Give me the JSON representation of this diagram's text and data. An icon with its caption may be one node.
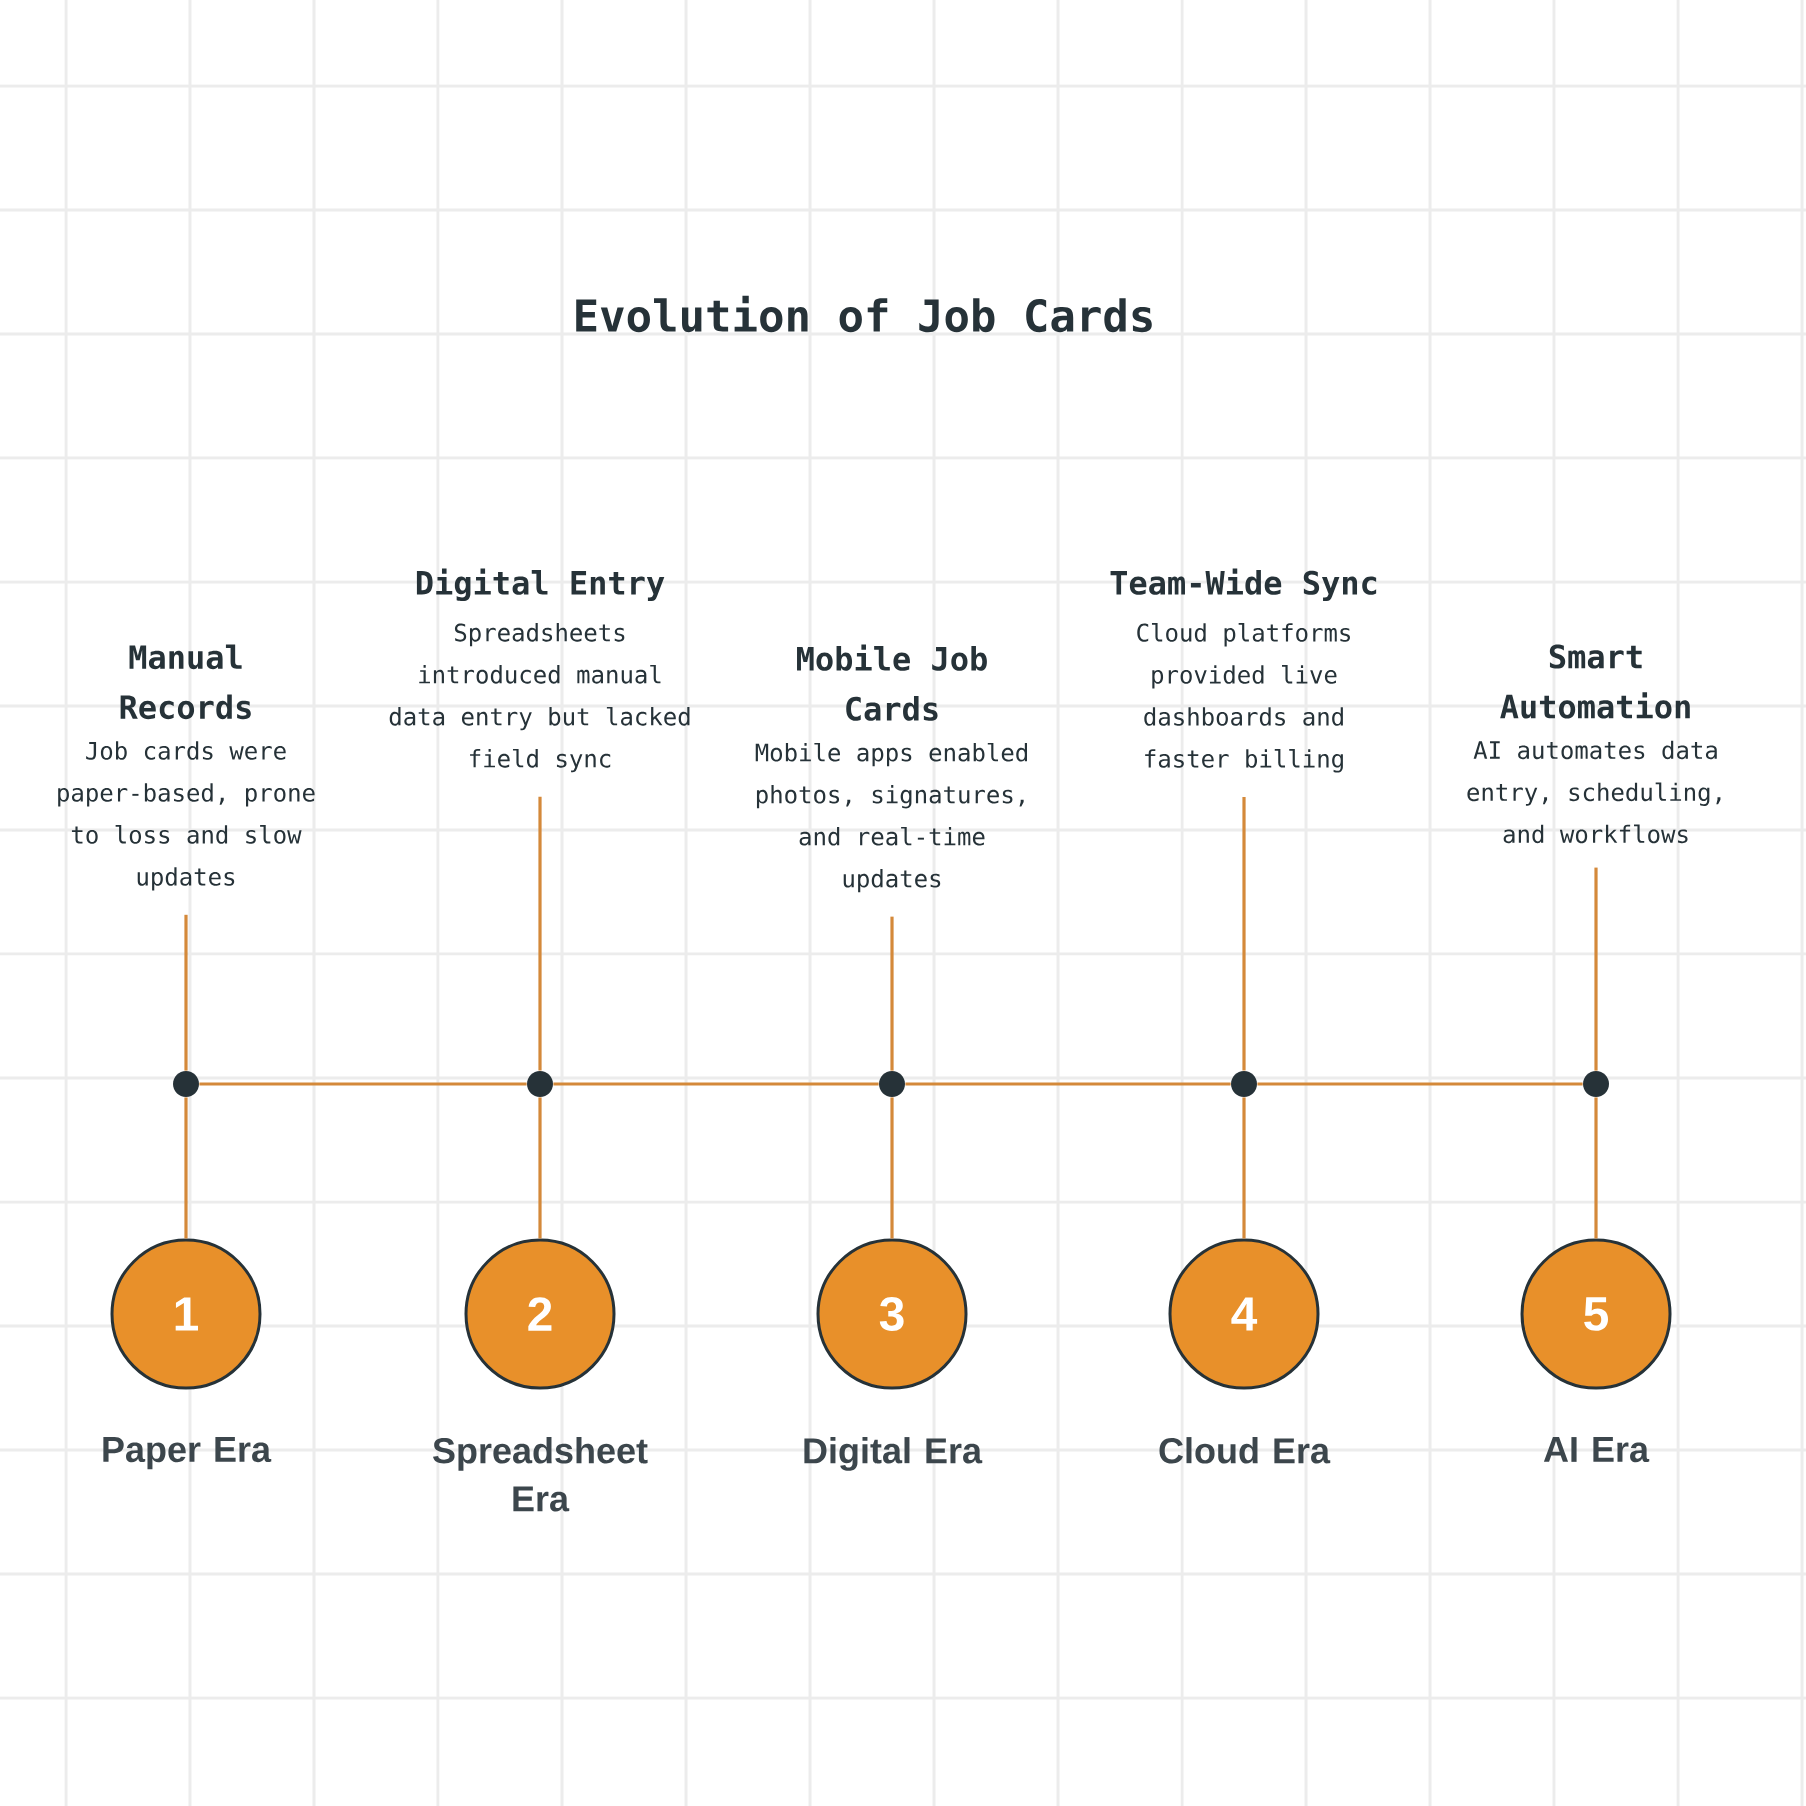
{
  "diagram": {
    "title": "Evolution of Job Cards",
    "nodes": [
      {
        "text": [
          "Manual Records",
          "Job cards were paper-based, prone to loss and slow updates"
        ]
      },
      {
        "text": [
          "Digital Entry",
          "Spreadsheets introduced manual data entry but lacked field sync"
        ]
      },
      {
        "text": [
          "Mobile Job Cards",
          "Mobile apps enabled photos, signatures, and real-time updates"
        ]
      },
      {
        "text": [
          "Team-Wide Sync",
          "Cloud platforms provided live dashboards and faster billing"
        ]
      },
      {
        "text": [
          "Smart Automation",
          "AI automates data entry, scheduling, and workflows"
        ]
      },
      {
        "text": [],
        "shape": "circle"
      },
      {
        "text": [],
        "shape": "circle"
      },
      {
        "text": [],
        "shape": "circle"
      },
      {
        "text": [],
        "shape": "circle"
      },
      {
        "text": [],
        "shape": "circle"
      },
      {
        "text": [
          "1"
        ],
        "beside": [
          "Paper Era"
        ]
      },
      {
        "text": [
          "2"
        ],
        "beside": [
          "Spreadsheet Era"
        ]
      },
      {
        "text": [
          "3"
        ],
        "beside": [
          "Digital Era"
        ]
      },
      {
        "text": [
          "4"
        ],
        "beside": [
          "Cloud Era"
        ]
      },
      {
        "text": [
          "5"
        ],
        "beside": [
          "AI Era"
        ]
      }
    ],
    "edges": [
      {
        "from": 0,
        "to": 5,
        "arrow": "none"
      },
      {
        "from": 5,
        "to": 10,
        "arrow": "none"
      },
      {
        "from": 1,
        "to": 6,
        "arrow": "none"
      },
      {
        "from": 6,
        "to": 11,
        "arrow": "none"
      },
      {
        "from": 2,
        "to": 7,
        "arrow": "none"
      },
      {
        "from": 7,
        "to": 12,
        "arrow": "none"
      },
      {
        "from": 3,
        "to": 8,
        "arrow": "none"
      },
      {
        "from": 8,
        "to": 13,
        "arrow": "none"
      },
      {
        "from": 4,
        "to": 9,
        "arrow": "none"
      },
      {
        "from": 9,
        "to": 14,
        "arrow": "none"
      },
      {
        "from": 5,
        "to": 6,
        "arrow": "none"
      },
      {
        "from": 6,
        "to": 7,
        "arrow": "none"
      },
      {
        "from": 7,
        "to": 8,
        "arrow": "none"
      },
      {
        "from": 8,
        "to": 9,
        "arrow": "none"
      }
    ]
  }
}
